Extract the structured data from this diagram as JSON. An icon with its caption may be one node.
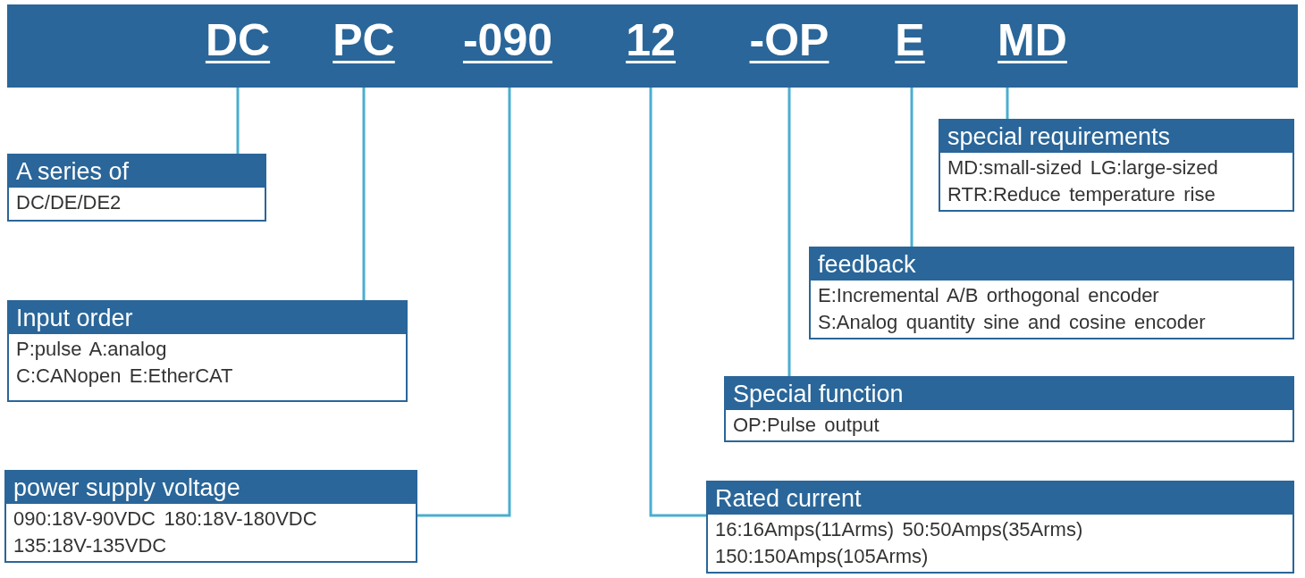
{
  "diagram": {
    "nodes": [
      {
        "text": [],
        "shape": "bar"
      },
      {
        "text": [
          "DC"
        ],
        "in": 0
      },
      {
        "text": [
          "PC"
        ],
        "in": 0
      },
      {
        "text": [
          "-090"
        ],
        "in": 0
      },
      {
        "text": [
          "12"
        ],
        "in": 0
      },
      {
        "text": [
          "-OP"
        ],
        "in": 0
      },
      {
        "text": [
          "E"
        ],
        "in": 0
      },
      {
        "text": [
          "MD"
        ],
        "in": 0
      },
      {
        "text": [
          "special requirements",
          "MD:small-sized LG:large-sized",
          "RTR:Reduce temperature rise"
        ]
      },
      {
        "text": [
          "A series of",
          "DC/DE/DE2"
        ]
      },
      {
        "text": [
          "feedback",
          "E:Incremental A/B orthogonal encoder",
          "S:Analog quantity sine and cosine encoder"
        ]
      },
      {
        "text": [
          "Input order",
          "P:pulse A:analog",
          "C:CANopen E:EtherCAT"
        ]
      },
      {
        "text": [
          "Special function",
          "OP:Pulse output"
        ]
      },
      {
        "text": [
          "power supply voltage",
          "090:18V-90VDC 180:18V-180VDC",
          "135:18V-135VDC"
        ]
      },
      {
        "text": [
          "Rated current",
          "16:16Amps(11Arms) 50:50Amps(35Arms)",
          "150:150Amps(105Arms)"
        ]
      }
    ],
    "edges": [
      {
        "from": 1,
        "to": 9,
        "arrow": "none"
      },
      {
        "from": 2,
        "to": 11,
        "arrow": "none"
      },
      {
        "from": 3,
        "to": 13,
        "arrow": "none"
      },
      {
        "from": 4,
        "to": 14,
        "arrow": "none"
      },
      {
        "from": 5,
        "to": 12,
        "arrow": "none"
      },
      {
        "from": 6,
        "to": 10,
        "arrow": "none"
      },
      {
        "from": 7,
        "to": 8,
        "arrow": "none"
      }
    ]
  }
}
